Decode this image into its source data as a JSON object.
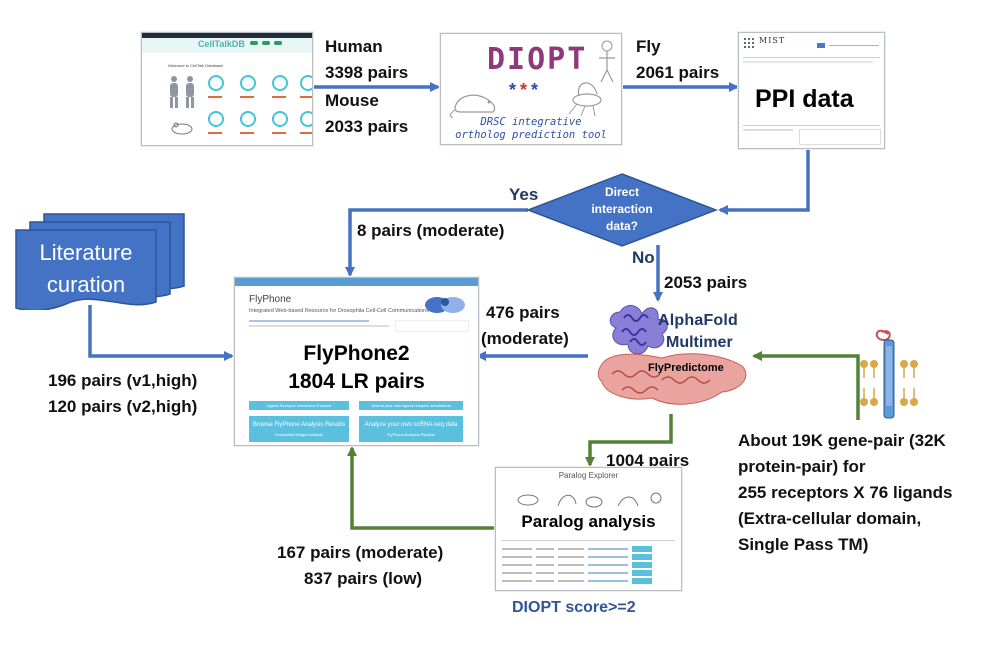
{
  "sources": {
    "celltalkdb": {
      "brand": "CellTalkDB",
      "welcome": "Welcome to CellTalk Database!"
    },
    "diopt": {
      "logo": "DIOPT",
      "subtitle_line1": "DRSC integrative",
      "subtitle_line2": "ortholog prediction tool"
    },
    "mist": {
      "logo": "MIST",
      "caption": "PPI data"
    }
  },
  "edges": {
    "human": "Human",
    "human_pairs": "3398 pairs",
    "mouse": "Mouse",
    "mouse_pairs": "2033 pairs",
    "fly": "Fly",
    "fly_pairs": "2061 pairs",
    "yes": "Yes",
    "yes_pairs": "8 pairs (moderate)",
    "no": "No",
    "no_pairs": "2053 pairs",
    "af_pairs_line1": "476 pairs",
    "af_pairs_line2": "(moderate)",
    "lit_pairs_line1": "196 pairs (v1,high)",
    "lit_pairs_line2": "120 pairs (v2,high)",
    "paralog_in": "1004 pairs",
    "paralog_out_line1": "167 pairs (moderate)",
    "paralog_out_line2": "837 pairs (low)"
  },
  "decision": {
    "line1": "Direct",
    "line2": "interaction",
    "line3": "data?"
  },
  "literature": {
    "line1": "Literature",
    "line2": "curation"
  },
  "flyphone": {
    "title": "FlyPhone",
    "tagline": "Integrated Web-based Resource for Drosophila Cell-Cell Communications",
    "main_line1": "FlyPhone2",
    "main_line2": "1804 LR pairs",
    "btn1": "Browse FlyPhone Analysis Results",
    "btn1_sub": "Drosophila Midgut Analysis",
    "btn2": "Analyze your own scRNA-seq data",
    "btn2_sub": "FlyPhone Analysis Pipeline",
    "btn3": "Ligand-Receptor Interaction Explorer",
    "btn4": "Search your own ligand-receptor annotations"
  },
  "alphafold": {
    "line1": "AlphaFold",
    "line2": "Multimer",
    "tag": "FlyPredictome"
  },
  "predict_text": {
    "line1": "About 19K gene-pair (32K",
    "line2": "protein-pair) for",
    "line3": "255 receptors X 76 ligands",
    "line4": "(Extra-cellular domain,",
    "line5": "Single Pass TM)"
  },
  "paralog": {
    "header": "Paralog Explorer",
    "caption": "Paralog analysis",
    "score": "DIOPT score>=2"
  },
  "colors": {
    "blue": "#4472c4",
    "green": "#548235",
    "navy": "#1f3864",
    "teal": "#5bc0de"
  }
}
